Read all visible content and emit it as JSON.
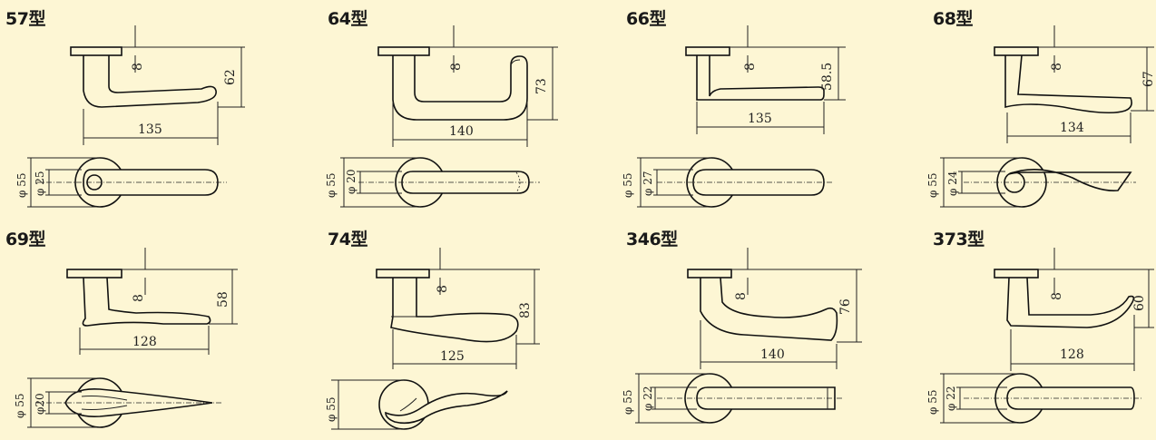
{
  "models": [
    {
      "name": "57型",
      "width": "135",
      "height": "62",
      "offset": "8",
      "rose": "φ 55",
      "neck": "φ 25"
    },
    {
      "name": "64型",
      "width": "140",
      "height": "73",
      "offset": "8",
      "rose": "φ 55",
      "neck": "φ 20"
    },
    {
      "name": "66型",
      "width": "135",
      "height": "58.5",
      "offset": "8",
      "rose": "φ 55",
      "neck": "φ 27"
    },
    {
      "name": "68型",
      "width": "134",
      "height": "67",
      "offset": "8",
      "rose": "φ 55",
      "neck": "φ 24"
    },
    {
      "name": "69型",
      "width": "128",
      "height": "58",
      "offset": "8",
      "rose": "φ 55",
      "neck": "φ20"
    },
    {
      "name": "74型",
      "width": "125",
      "height": "83",
      "offset": "8",
      "rose": "φ 55",
      "neck": ""
    },
    {
      "name": "346型",
      "width": "140",
      "height": "76",
      "offset": "8",
      "rose": "φ 55",
      "neck": "φ 22"
    },
    {
      "name": "373型",
      "width": "128",
      "height": "60",
      "offset": "8",
      "rose": "φ 55",
      "neck": "φ 22"
    }
  ]
}
